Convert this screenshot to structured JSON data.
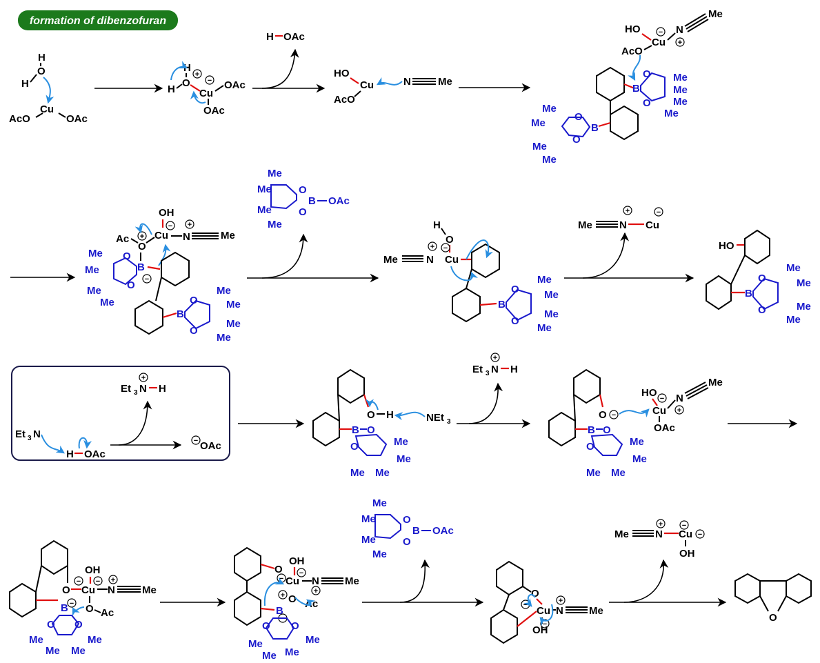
{
  "title": "formation of dibenzofuran",
  "colors": {
    "badge": "#1c7a1c",
    "pinacol_boronate": "#1a1acc",
    "curly_arrow": "#2a8fe0",
    "bond_highlight": "#e01010",
    "text": "#000000"
  },
  "labels": {
    "H": "H",
    "O": "O",
    "OAc": "OAc",
    "AcO": "AcO",
    "Ac": "Ac",
    "Cu": "Cu",
    "HO": "HO",
    "OH": "OH",
    "N": "N",
    "Me": "Me",
    "B": "B",
    "H_OAc": "H",
    "OAc_minus": "OAc",
    "Et": "Et",
    "sub3": "3",
    "NEt3": "NEt",
    "Et3N": "Et"
  },
  "charges": {
    "plus": "+",
    "minus": "−"
  }
}
